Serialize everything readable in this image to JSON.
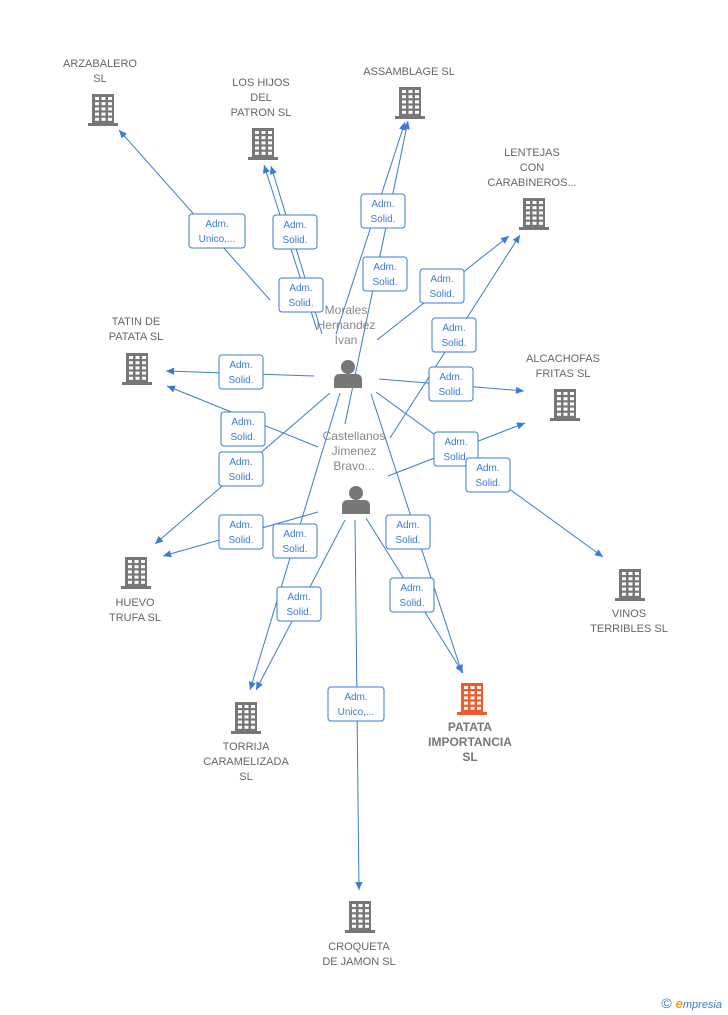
{
  "colors": {
    "edge": "#3a7bd5",
    "company": "#777777",
    "focus_company": "#f05a28",
    "person": "#777777",
    "text": "#666666"
  },
  "companies": [
    {
      "id": "arzabalero",
      "label": [
        "ARZABALERO",
        "SL"
      ],
      "focus": false
    },
    {
      "id": "los-hijos-del-patron",
      "label": [
        "LOS HIJOS",
        "DEL",
        "PATRON  SL"
      ],
      "focus": false
    },
    {
      "id": "assamblage",
      "label": [
        "ASSAMBLAGE SL"
      ],
      "focus": false
    },
    {
      "id": "lentejas",
      "label": [
        "LENTEJAS",
        "CON",
        "CARABINEROS..."
      ],
      "focus": false
    },
    {
      "id": "tatin",
      "label": [
        "TATIN DE",
        "PATATA  SL"
      ],
      "focus": false
    },
    {
      "id": "alcachofas",
      "label": [
        "ALCACHOFAS",
        "FRITAS SL"
      ],
      "focus": false
    },
    {
      "id": "huevo",
      "label": [
        "HUEVO",
        "TRUFA  SL"
      ],
      "focus": false
    },
    {
      "id": "vinos",
      "label": [
        "VINOS",
        "TERRIBLES SL"
      ],
      "focus": false
    },
    {
      "id": "torrija",
      "label": [
        "TORRIJA",
        "CARAMELIZADA",
        "SL"
      ],
      "focus": false
    },
    {
      "id": "patata",
      "label": [
        "PATATA",
        "IMPORTANCIA",
        "SL"
      ],
      "focus": true
    },
    {
      "id": "croqueta",
      "label": [
        "CROQUETA",
        "DE JAMON  SL"
      ],
      "focus": false
    }
  ],
  "persons": [
    {
      "id": "morales",
      "label": [
        "Morales",
        "Hernandez",
        "Ivan"
      ]
    },
    {
      "id": "castellanos",
      "label": [
        "Castellanos",
        "Jimenez",
        "Bravo..."
      ]
    }
  ],
  "edges": [
    {
      "from": "morales",
      "to": "arzabalero",
      "label": [
        "Adm.",
        "Unico,..."
      ]
    },
    {
      "from": "morales",
      "to": "los-hijos-del-patron",
      "label": [
        "Adm.",
        "Solid."
      ]
    },
    {
      "from": "castellanos",
      "to": "los-hijos-del-patron",
      "label": [
        "Adm.",
        "Solid."
      ]
    },
    {
      "from": "morales",
      "to": "assamblage",
      "label": [
        "Adm.",
        "Solid."
      ]
    },
    {
      "from": "castellanos",
      "to": "assamblage",
      "label": [
        "Adm.",
        "Solid."
      ]
    },
    {
      "from": "morales",
      "to": "lentejas",
      "label": [
        "Adm.",
        "Solid."
      ]
    },
    {
      "from": "castellanos",
      "to": "lentejas",
      "label": [
        "Adm.",
        "Solid."
      ]
    },
    {
      "from": "morales",
      "to": "tatin",
      "label": [
        "Adm.",
        "Solid."
      ]
    },
    {
      "from": "castellanos",
      "to": "tatin",
      "label": [
        "Adm.",
        "Solid."
      ]
    },
    {
      "from": "morales",
      "to": "alcachofas",
      "label": [
        "Adm.",
        "Solid."
      ]
    },
    {
      "from": "castellanos",
      "to": "alcachofas",
      "label": [
        "Adm.",
        "Solid."
      ]
    },
    {
      "from": "morales",
      "to": "huevo",
      "label": [
        "Adm.",
        "Solid."
      ]
    },
    {
      "from": "castellanos",
      "to": "huevo",
      "label": [
        "Adm.",
        "Solid."
      ]
    },
    {
      "from": "morales",
      "to": "vinos",
      "label": [
        "Adm.",
        "Solid."
      ]
    },
    {
      "from": "morales",
      "to": "torrija",
      "label": [
        "Adm.",
        "Solid."
      ]
    },
    {
      "from": "castellanos",
      "to": "torrija",
      "label": [
        "Adm.",
        "Solid."
      ]
    },
    {
      "from": "morales",
      "to": "patata",
      "label": [
        "Adm.",
        "Solid."
      ]
    },
    {
      "from": "castellanos",
      "to": "patata",
      "label": [
        "Adm.",
        "Solid."
      ]
    },
    {
      "from": "castellanos",
      "to": "croqueta",
      "label": [
        "Adm.",
        "Unico,..."
      ]
    }
  ],
  "footer": {
    "copyright": "©",
    "brand_initial": "e",
    "brand_rest": "mpresia"
  }
}
